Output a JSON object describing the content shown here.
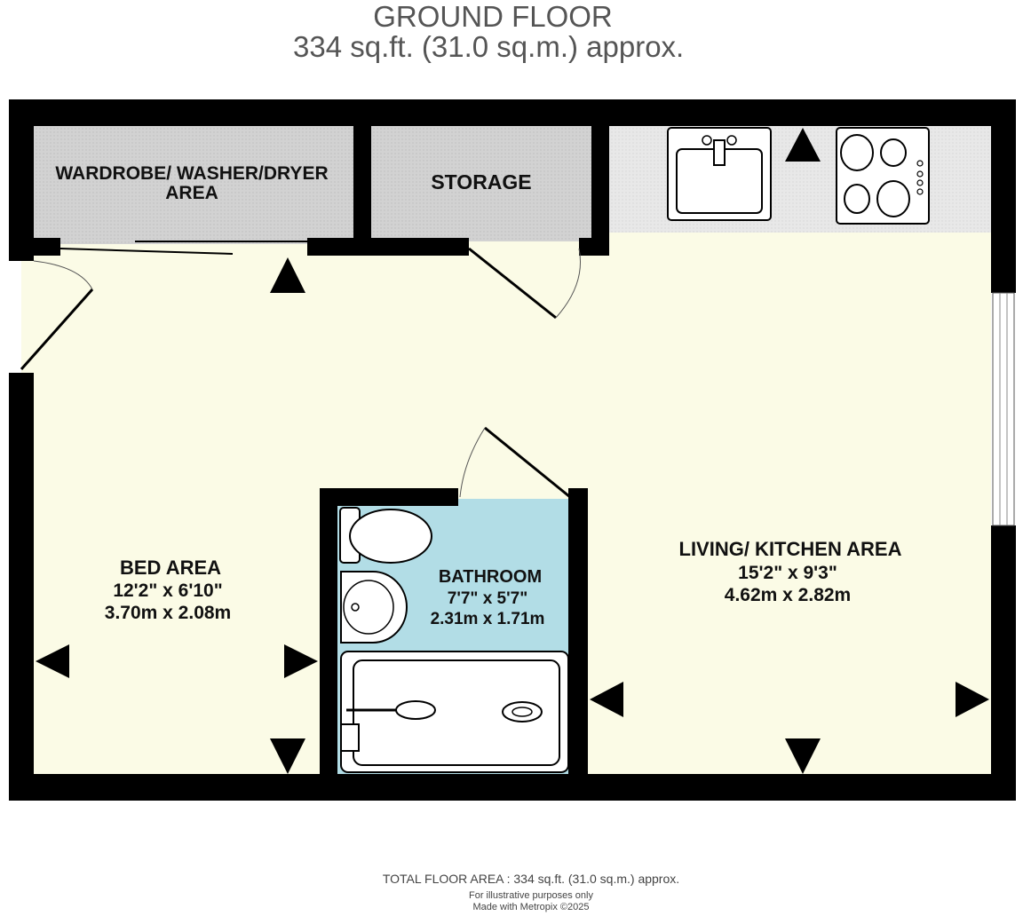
{
  "header": {
    "title": "GROUND FLOOR",
    "area": "334 sq.ft. (31.0 sq.m.) approx."
  },
  "rooms": {
    "wardrobe": {
      "line1": "WARDROBE/ WASHER/DRYER",
      "line2": "AREA"
    },
    "storage": {
      "name": "STORAGE"
    },
    "bed": {
      "name": "BED AREA",
      "imperial": "12'2\"  x 6'10\"",
      "metric": "3.70m  x 2.08m"
    },
    "bathroom": {
      "name": "BATHROOM",
      "imperial": "7'7\"  x 5'7\"",
      "metric": "2.31m  x 1.71m"
    },
    "living": {
      "name": "LIVING/ KITCHEN AREA",
      "imperial": "15'2\"  x 9'3\"",
      "metric": "4.62m  x 2.82m"
    }
  },
  "footer": {
    "total": "TOTAL FLOOR AREA : 334 sq.ft. (31.0 sq.m.) approx.",
    "disclaimer": "For illustrative purposes only",
    "credit": "Made with Metropix ©2025"
  },
  "colors": {
    "floor": "#fbfbe6",
    "bathroom": "#b2dde6",
    "storage": "#cccccc",
    "kitchen_counter": "#e6e6e6",
    "wall": "#000000",
    "title_text": "#555555"
  }
}
